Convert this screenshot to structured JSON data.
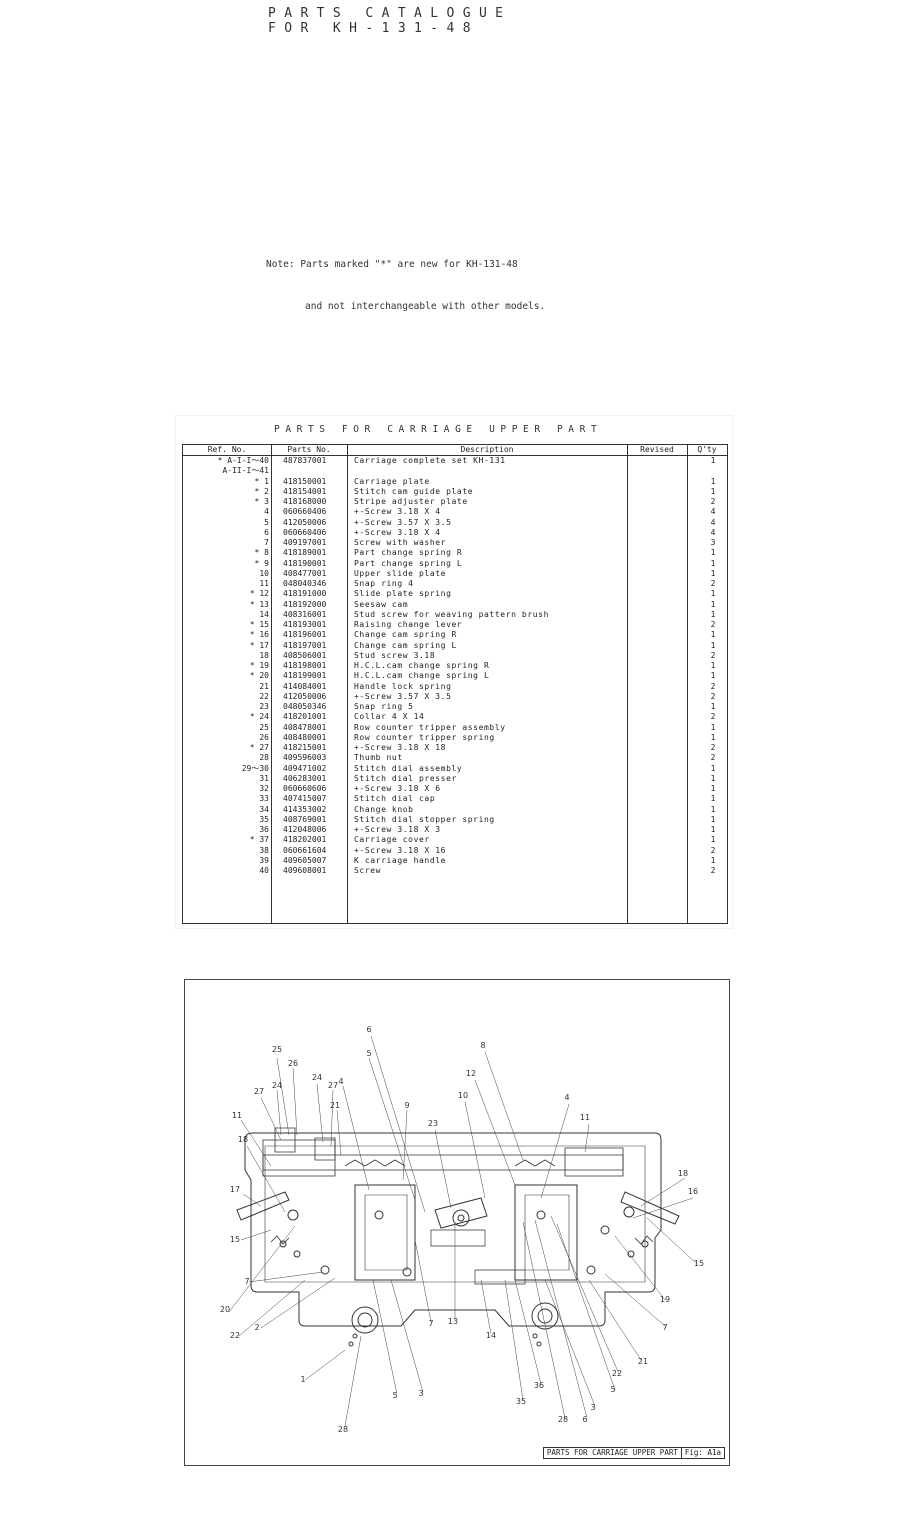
{
  "catalogue": {
    "title_line1": "PARTS CATALOGUE",
    "title_line2": "FOR KH-131-48"
  },
  "note": {
    "line1": "Note: Parts marked \"*\" are new for KH-131-48",
    "line2": "and not interchangeable with other models."
  },
  "parts_table": {
    "title": "PARTS FOR CARRIAGE UPPER PART",
    "headers": {
      "ref": "Ref. No.",
      "part": "Parts No.",
      "desc": "Description",
      "revised": "Revised",
      "qty": "Q'ty"
    },
    "rows": [
      {
        "ref": "* A-I-I～40",
        "part": "487837001",
        "desc": "Carriage complete set KH-131",
        "qty": "1"
      },
      {
        "ref": "A-II-I～41",
        "part": "",
        "desc": "",
        "qty": ""
      },
      {
        "ref": "* 1",
        "part": "418150001",
        "desc": "Carriage plate",
        "qty": "1"
      },
      {
        "ref": "* 2",
        "part": "418154001",
        "desc": "Stitch cam guide plate",
        "qty": "1"
      },
      {
        "ref": "* 3",
        "part": "418168000",
        "desc": "Stripe adjuster plate",
        "qty": "2"
      },
      {
        "ref": "4",
        "part": "060660406",
        "desc": "+-Screw 3.18 X 4",
        "qty": "4"
      },
      {
        "ref": "5",
        "part": "412050006",
        "desc": "+-Screw 3.57 X 3.5",
        "qty": "4"
      },
      {
        "ref": "6",
        "part": "060660406",
        "desc": "+-Screw 3.18 X 4",
        "qty": "4"
      },
      {
        "ref": "7",
        "part": "409197001",
        "desc": "Screw with washer",
        "qty": "3"
      },
      {
        "ref": "* 8",
        "part": "418189001",
        "desc": "Part change spring R",
        "qty": "1"
      },
      {
        "ref": "* 9",
        "part": "418190001",
        "desc": "Part change spring L",
        "qty": "1"
      },
      {
        "ref": "10",
        "part": "408477001",
        "desc": "Upper slide plate",
        "qty": "1"
      },
      {
        "ref": "11",
        "part": "048040346",
        "desc": "Snap ring 4",
        "qty": "2"
      },
      {
        "ref": "* 12",
        "part": "418191000",
        "desc": "Slide plate spring",
        "qty": "1"
      },
      {
        "ref": "* 13",
        "part": "418192000",
        "desc": "Seesaw cam",
        "qty": "1"
      },
      {
        "ref": "14",
        "part": "408316001",
        "desc": "Stud screw for weaving pattern brush",
        "qty": "1"
      },
      {
        "ref": "* 15",
        "part": "418193001",
        "desc": "Raising change lever",
        "qty": "2"
      },
      {
        "ref": "* 16",
        "part": "418196001",
        "desc": "Change cam spring R",
        "qty": "1"
      },
      {
        "ref": "* 17",
        "part": "418197001",
        "desc": "Change cam spring L",
        "qty": "1"
      },
      {
        "ref": "18",
        "part": "408506001",
        "desc": "Stud screw 3.18",
        "qty": "2"
      },
      {
        "ref": "* 19",
        "part": "418198001",
        "desc": "H.C.L.cam change spring R",
        "qty": "1"
      },
      {
        "ref": "* 20",
        "part": "418199001",
        "desc": "H.C.L.cam change spring L",
        "qty": "1"
      },
      {
        "ref": "21",
        "part": "414084001",
        "desc": "Handle lock spring",
        "qty": "2"
      },
      {
        "ref": "22",
        "part": "412050006",
        "desc": "+-Screw 3.57 X 3.5",
        "qty": "2"
      },
      {
        "ref": "23",
        "part": "048050346",
        "desc": "Snap ring 5",
        "qty": "1"
      },
      {
        "ref": "* 24",
        "part": "418201001",
        "desc": "Collar 4 X 14",
        "qty": "2"
      },
      {
        "ref": "25",
        "part": "408478001",
        "desc": "Row counter tripper assembly",
        "qty": "1"
      },
      {
        "ref": "26",
        "part": "408480001",
        "desc": "Row counter tripper spring",
        "qty": "1"
      },
      {
        "ref": "* 27",
        "part": "418215001",
        "desc": "+-Screw 3.18 X 18",
        "qty": "2"
      },
      {
        "ref": "28",
        "part": "409596003",
        "desc": "Thumb nut",
        "qty": "2"
      },
      {
        "ref": "29～30",
        "part": "409471002",
        "desc": "Stitch dial assembly",
        "qty": "1"
      },
      {
        "ref": "31",
        "part": "406283001",
        "desc": "Stitch dial presser",
        "qty": "1"
      },
      {
        "ref": "32",
        "part": "060660606",
        "desc": "+-Screw 3.18 X 6",
        "qty": "1"
      },
      {
        "ref": "33",
        "part": "407415007",
        "desc": "Stitch dial cap",
        "qty": "1"
      },
      {
        "ref": "34",
        "part": "414353002",
        "desc": "Change knob",
        "qty": "1"
      },
      {
        "ref": "35",
        "part": "408769001",
        "desc": "Stitch dial stopper spring",
        "qty": "1"
      },
      {
        "ref": "36",
        "part": "412048006",
        "desc": "+-Screw 3.18 X 3",
        "qty": "1"
      },
      {
        "ref": "* 37",
        "part": "418202001",
        "desc": "Carriage cover",
        "qty": "1"
      },
      {
        "ref": "38",
        "part": "060661604",
        "desc": "+-Screw 3.18 X 16",
        "qty": "2"
      },
      {
        "ref": "39",
        "part": "409605007",
        "desc": "K carriage handle",
        "qty": "1"
      },
      {
        "ref": "40",
        "part": "409608001",
        "desc": "Screw",
        "qty": "2"
      }
    ]
  },
  "figure": {
    "caption": "PARTS FOR CARRIAGE UPPER PART",
    "fig_label": "Fig: A1a",
    "callouts": [
      "25",
      "26",
      "24",
      "27",
      "24",
      "27",
      "21",
      "4",
      "5",
      "6",
      "9",
      "11",
      "18",
      "17",
      "15",
      "20",
      "7",
      "2",
      "22",
      "1",
      "28",
      "3",
      "5",
      "7",
      "13",
      "14",
      "23",
      "10",
      "12",
      "8",
      "4",
      "11",
      "18",
      "16",
      "15",
      "19",
      "7",
      "21",
      "22",
      "5",
      "3",
      "6",
      "28",
      "36",
      "35"
    ]
  }
}
